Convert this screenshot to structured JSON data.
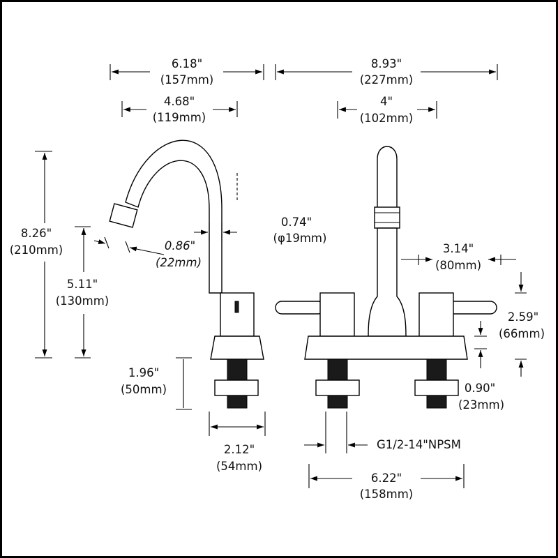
{
  "dimensions": {
    "overall_depth_in": "6.18\"",
    "overall_depth_mm": "(157mm)",
    "spout_reach_in": "4.68\"",
    "spout_reach_mm": "(119mm)",
    "overall_width_in": "8.93\"",
    "overall_width_mm": "(227mm)",
    "center_spacing_in": "4\"",
    "center_spacing_mm": "(102mm)",
    "overall_height_in": "8.26\"",
    "overall_height_mm": "(210mm)",
    "aerator_in": "0.86\"",
    "aerator_mm": "(22mm)",
    "spout_height_in": "5.11\"",
    "spout_height_mm": "(130mm)",
    "spout_diameter_in": "0.74\"",
    "spout_diameter_mm": "(φ19mm)",
    "handle_length_in": "3.14\"",
    "handle_length_mm": "(80mm)",
    "handle_height_in": "2.59\"",
    "handle_height_mm": "(66mm)",
    "shank_length_in": "1.96\"",
    "shank_length_mm": "(50mm)",
    "base_depth_in": "2.12\"",
    "base_depth_mm": "(54mm)",
    "nut_height_in": "0.90\"",
    "nut_height_mm": "(23mm)",
    "thread_spec": "G1/2-14\"NPSM",
    "base_width_in": "6.22\"",
    "base_width_mm": "(158mm)"
  },
  "colors": {
    "line": "#000000",
    "fill": "#ffffff",
    "dark": "#1a1a1a"
  },
  "icons": [
    "arrowhead-icon"
  ]
}
